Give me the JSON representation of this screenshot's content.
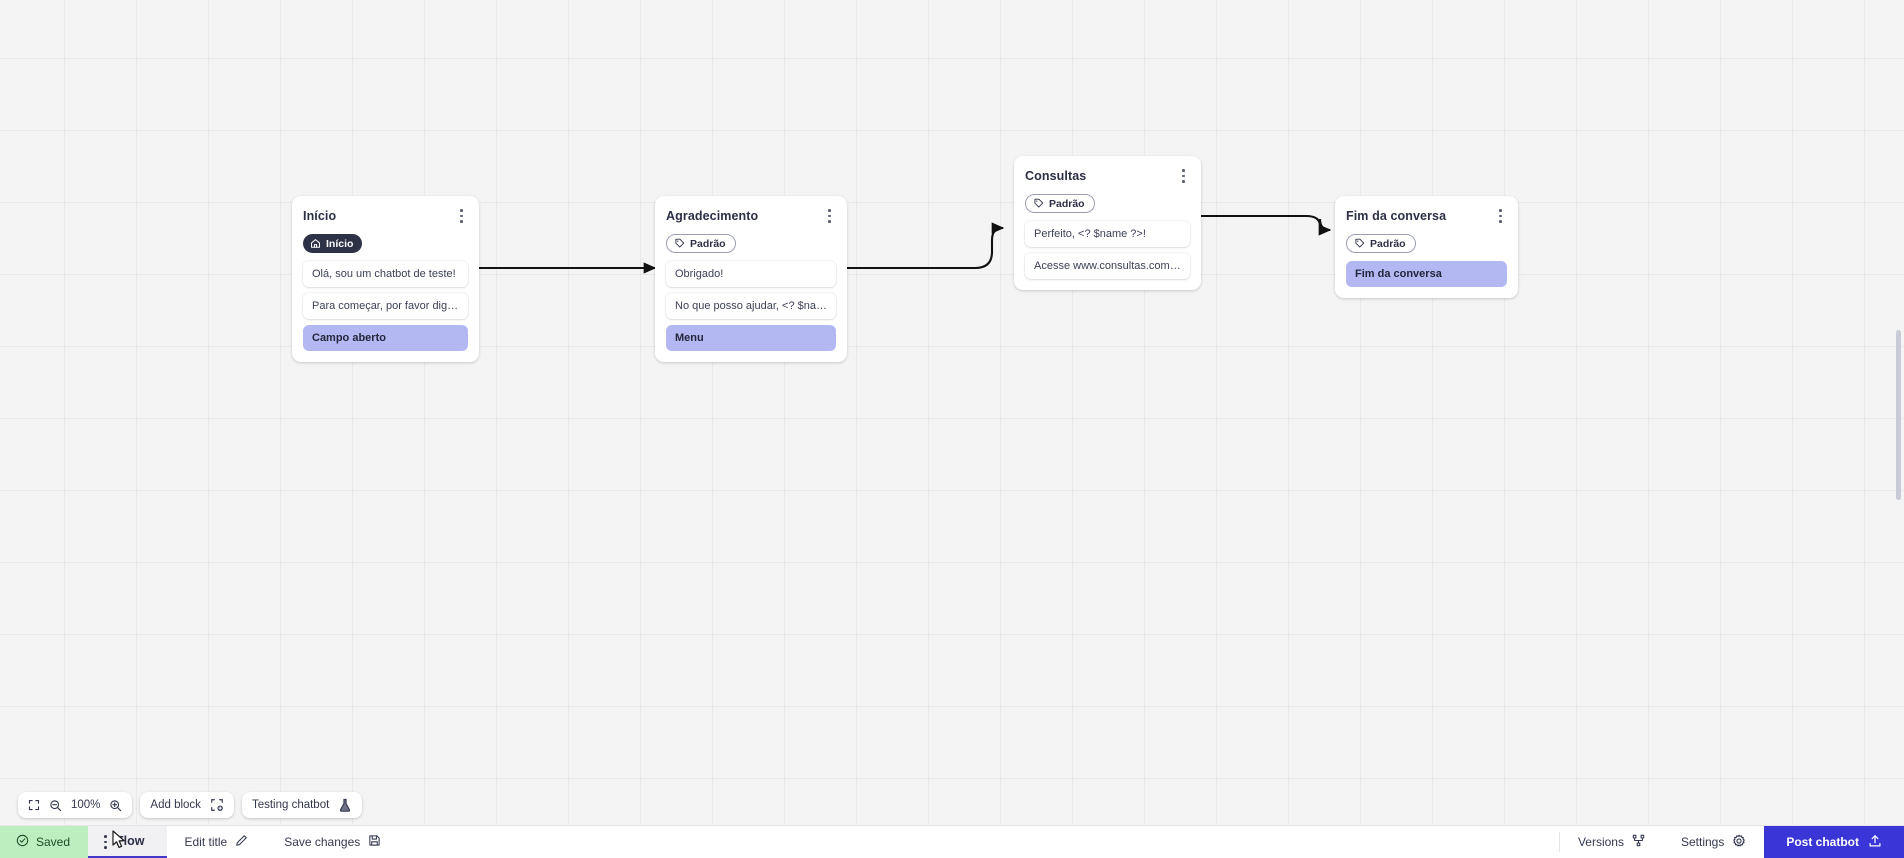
{
  "canvas": {
    "grid": true,
    "background_color": "#f4f4f4"
  },
  "nodes": [
    {
      "id": "inicio",
      "title": "Início",
      "tag": {
        "label": "Início",
        "style": "start",
        "icon": "home-icon"
      },
      "messages": [
        {
          "text": "Olá, sou um chatbot de teste!",
          "type": "message"
        },
        {
          "text": "Para começar, por favor digite o ...",
          "type": "message"
        },
        {
          "text": "Campo aberto",
          "type": "action"
        }
      ]
    },
    {
      "id": "agradecimento",
      "title": "Agradecimento",
      "tag": {
        "label": "Padrão",
        "style": "padrao",
        "icon": "tag-icon"
      },
      "messages": [
        {
          "text": "Obrigado!",
          "type": "message"
        },
        {
          "text": "No que posso ajudar, <? $name ...",
          "type": "message"
        },
        {
          "text": "Menu",
          "type": "action"
        }
      ]
    },
    {
      "id": "consultas",
      "title": "Consultas",
      "tag": {
        "label": "Padrão",
        "style": "padrao",
        "icon": "tag-icon"
      },
      "messages": [
        {
          "text": "Perfeito, <? $name ?>!",
          "type": "message"
        },
        {
          "text": "Acesse www.consultas.com par...",
          "type": "message"
        }
      ]
    },
    {
      "id": "fim-da-conversa",
      "title": "Fim da conversa",
      "tag": {
        "label": "Padrão",
        "style": "padrao",
        "icon": "tag-icon"
      },
      "messages": [
        {
          "text": "Fim da conversa",
          "type": "action"
        }
      ]
    }
  ],
  "toolbar": {
    "fit_icon": "fit-screen-icon",
    "zoom_out_icon": "zoom-out-icon",
    "zoom_level": "100%",
    "zoom_in_icon": "zoom-in-icon",
    "add_block_label": "Add block",
    "add_block_icon": "add-block-icon",
    "testing_label": "Testing chatbot",
    "testing_icon": "flask-icon"
  },
  "statusbar": {
    "saved_label": "Saved",
    "saved_icon": "check-circle-icon",
    "saved_color": "#bdeec0",
    "flow_tab_label": "Flow",
    "flow_tab_icon": "drag-handle-icon",
    "edit_title_label": "Edit title",
    "edit_title_icon": "pencil-icon",
    "save_changes_label": "Save changes",
    "save_changes_icon": "floppy-disk-icon",
    "versions_label": "Versions",
    "versions_icon": "branch-icon",
    "settings_label": "Settings",
    "settings_icon": "gear-icon",
    "post_label": "Post chatbot",
    "post_icon": "upload-icon",
    "post_color": "#3a35d6"
  }
}
